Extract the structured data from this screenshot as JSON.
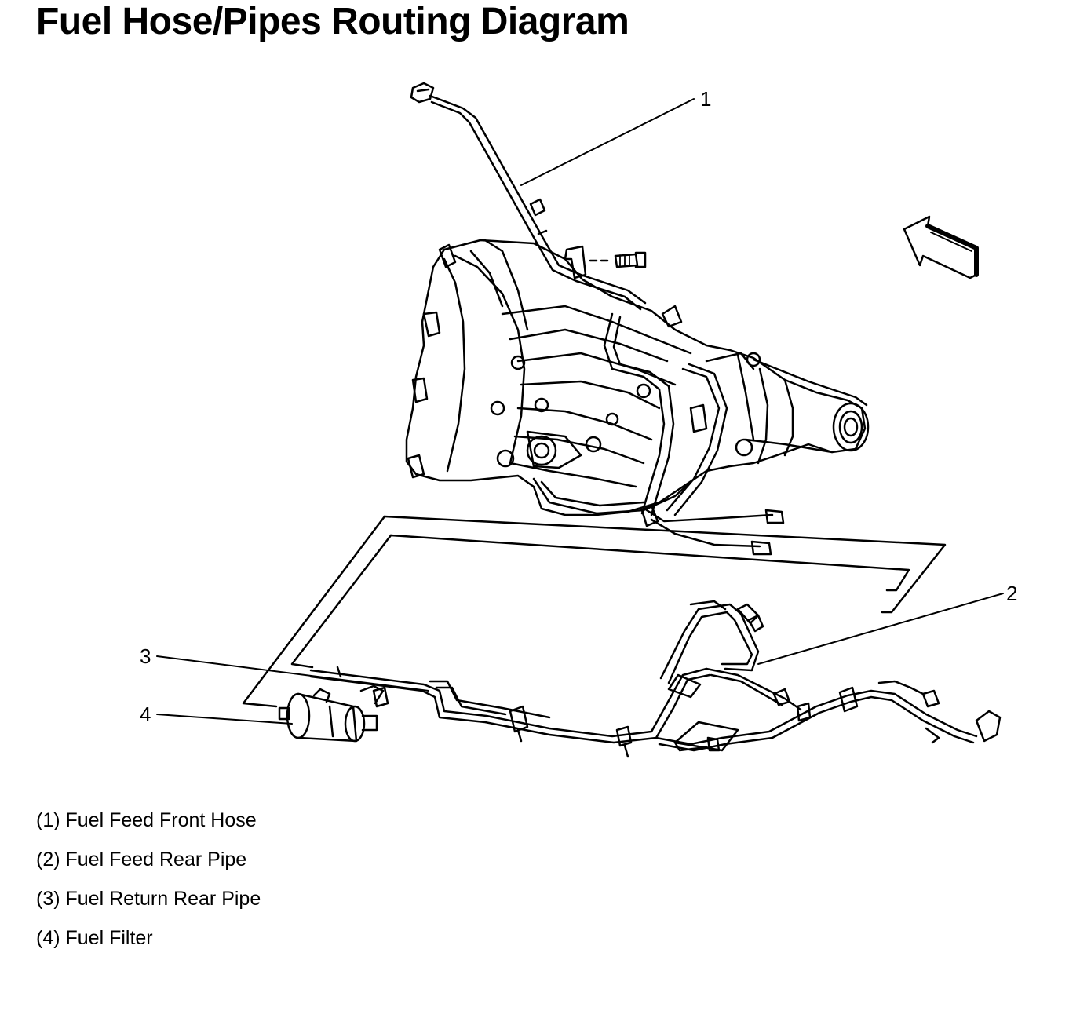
{
  "title": "Fuel Hose/Pipes Routing Diagram",
  "callouts": [
    "1",
    "2",
    "3",
    "4"
  ],
  "legend": [
    "(1) Fuel Feed Front Hose",
    "(2) Fuel Feed Rear Pipe",
    "(3) Fuel Return Rear Pipe",
    "(4) Fuel Filter"
  ]
}
